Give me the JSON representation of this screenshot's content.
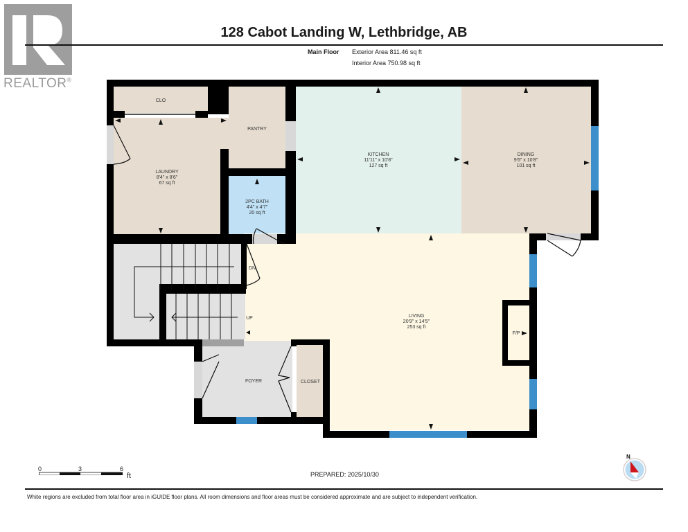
{
  "header": {
    "logo_text": "REALTOR",
    "logo_mark": "®",
    "title": "128 Cabot Landing W, Lethbridge, AB",
    "floor_name": "Main Floor",
    "exterior_area": "Exterior Area 811.46 sq ft",
    "interior_area": "Interior Area 750.98 sq ft"
  },
  "rooms": {
    "clo": {
      "name": "CLO"
    },
    "pantry": {
      "name": "PANTRY"
    },
    "laundry": {
      "name": "LAUNDRY",
      "dims": "8'4\" x 8'6\"",
      "area": "67 sq ft"
    },
    "bath": {
      "name": "2PC BATH",
      "dims": "4'4\" x 4'7\"",
      "area": "20 sq ft"
    },
    "kitchen": {
      "name": "KITCHEN",
      "dims": "11'11\" x 10'8\"",
      "area": "127 sq ft"
    },
    "dining": {
      "name": "DINING",
      "dims": "9'6\" x 10'8\"",
      "area": "101 sq ft"
    },
    "living": {
      "name": "LIVING",
      "dims": "20'9\" x 14'5\"",
      "area": "253 sq ft"
    },
    "foyer": {
      "name": "FOYER"
    },
    "closet": {
      "name": "CLOSET"
    },
    "fireplace": {
      "name": "F/P"
    },
    "stair_down": {
      "name": "DN"
    },
    "stair_up": {
      "name": "UP"
    }
  },
  "colors": {
    "wall": "#000000",
    "laundry": "#e6dccf",
    "bath": "#bfe0f5",
    "kitchen": "#e3f1ec",
    "dining": "#e6dccf",
    "living": "#fdf7e4",
    "stairs": "#e2e2e2",
    "window": "#3d8fcc"
  },
  "footer": {
    "scale_ticks": [
      "0",
      "3",
      "6"
    ],
    "scale_unit": "ft",
    "prepared": "PREPARED: 2025/10/30",
    "compass_label": "N",
    "disclaimer": "White regions are excluded from total floor area in iGUIDE floor plans. All room dimensions and floor areas must be considered approximate and are subject to independent verification."
  }
}
